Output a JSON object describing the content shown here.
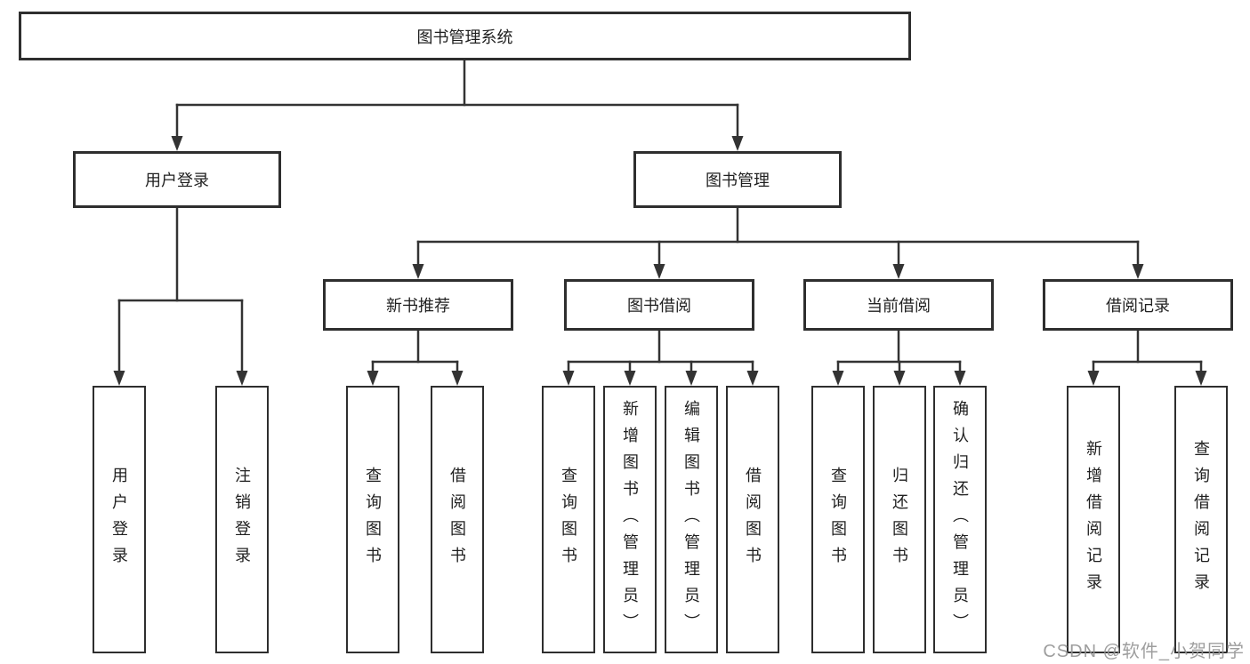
{
  "colors": {
    "background": "#ffffff",
    "box_border": "#2e2e2e",
    "connector_line": "#333333",
    "text": "#1f1f1f",
    "watermark": "#949494"
  },
  "watermark": {
    "text": "CSDN @软件_小贺同学"
  },
  "tree": {
    "root": {
      "label": "图书管理系统"
    },
    "children": [
      {
        "label": "用户登录",
        "children": [
          {
            "label": "用户登录"
          },
          {
            "label": "注销登录"
          }
        ]
      },
      {
        "label": "图书管理",
        "children": [
          {
            "label": "新书推荐",
            "children": [
              {
                "label": "查询图书"
              },
              {
                "label": "借阅图书"
              }
            ]
          },
          {
            "label": "图书借阅",
            "children": [
              {
                "label": "查询图书"
              },
              {
                "label": "新增图书（管理员）"
              },
              {
                "label": "编辑图书（管理员）"
              },
              {
                "label": "借阅图书"
              }
            ]
          },
          {
            "label": "当前借阅",
            "children": [
              {
                "label": "查询图书"
              },
              {
                "label": "归还图书"
              },
              {
                "label": "确认归还（管理员）"
              }
            ]
          },
          {
            "label": "借阅记录",
            "children": [
              {
                "label": "新增借阅记录"
              },
              {
                "label": "查询借阅记录"
              }
            ]
          }
        ]
      }
    ]
  }
}
